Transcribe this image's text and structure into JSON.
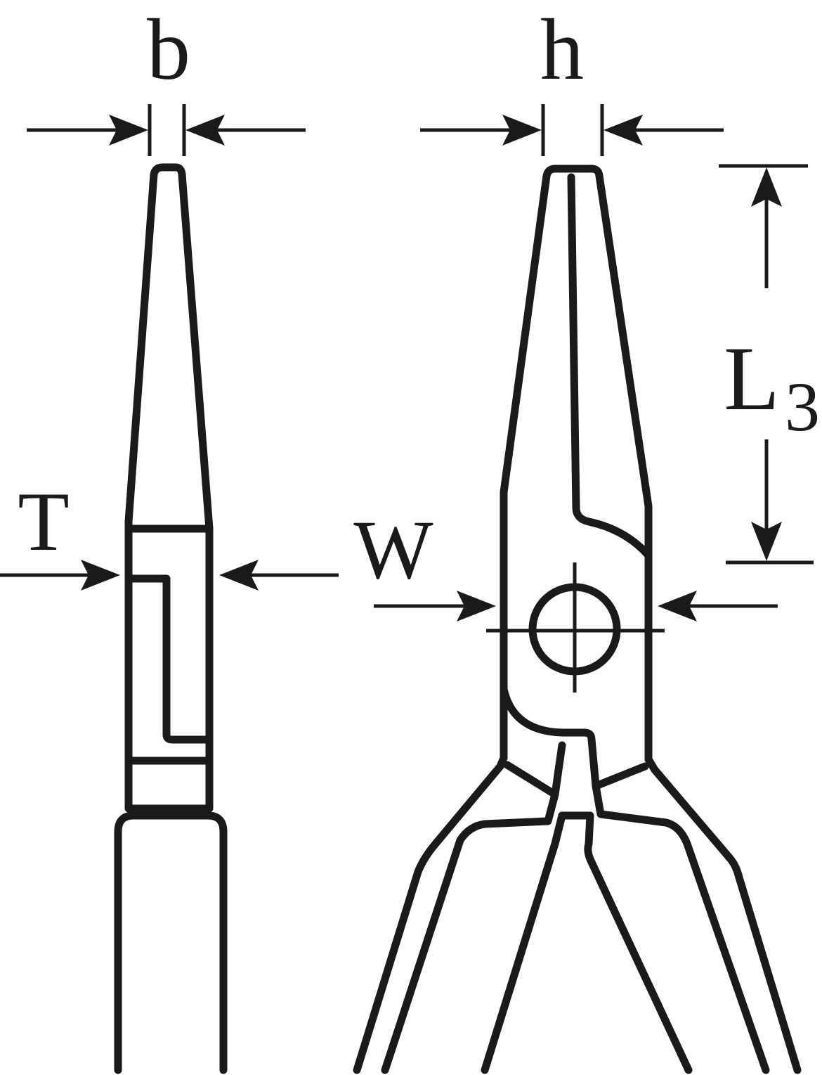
{
  "labels": {
    "b": "b",
    "h": "h",
    "T": "T",
    "W": "W",
    "L": "L",
    "L_sub": "3"
  },
  "colors": {
    "line": "#1a1a1a",
    "background": "#ffffff"
  }
}
